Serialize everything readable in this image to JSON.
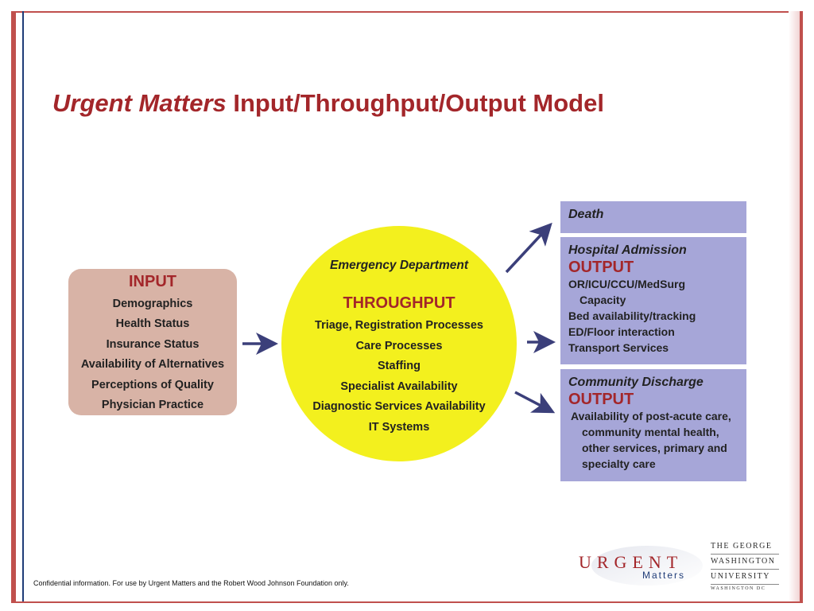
{
  "slide": {
    "title_italic": "Urgent Matters",
    "title_rest": " Input/Throughput/Output Model",
    "footer": "Confidential information. For use by Urgent Matters and the Robert Wood Johnson Foundation only."
  },
  "input": {
    "heading": "INPUT",
    "items": [
      "Demographics",
      "Health Status",
      "Insurance Status",
      "Availability of Alternatives",
      "Perceptions of Quality",
      "Physician Practice"
    ]
  },
  "throughput": {
    "name": "Emergency Department",
    "heading": "THROUGHPUT",
    "items": [
      "Triage, Registration Processes",
      "Care Processes",
      "Staffing",
      "Specialist Availability",
      "Diagnostic Services Availability",
      "IT Systems"
    ]
  },
  "outputs": {
    "death": {
      "title": "Death"
    },
    "hospital_admission": {
      "title": "Hospital Admission",
      "heading": "OUTPUT",
      "items": [
        "OR/ICU/CCU/MedSurg Capacity",
        "Bed availability/tracking",
        "ED/Floor interaction",
        "Transport Services"
      ]
    },
    "community_discharge": {
      "title": "Community Discharge",
      "heading": "OUTPUT",
      "items": [
        "Availability of post-acute care, community mental health, other services, primary and specialty care"
      ]
    }
  },
  "logos": {
    "urgent_word": "URGENT",
    "urgent_sub": "Matters",
    "gw_line1": "THE GEORGE",
    "gw_line2": "WASHINGTON",
    "gw_line3": "UNIVERSITY",
    "gw_line4": "WASHINGTON DC"
  },
  "colors": {
    "accent_red": "#a3262a",
    "frame_red": "#c0504d",
    "input_fill": "#d8b3a6",
    "throughput_fill": "#f3f01e",
    "output_fill": "#a6a6d8",
    "arrow": "#3b3f7a"
  }
}
